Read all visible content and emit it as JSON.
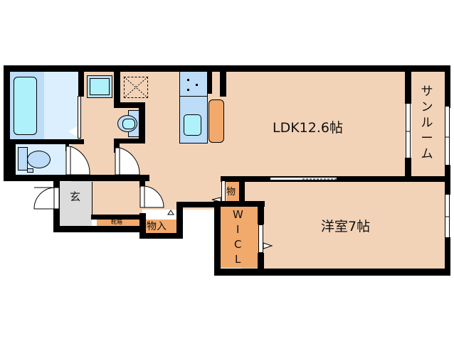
{
  "floor_plan": {
    "rooms": {
      "ldk": {
        "label": "LDK12.6帖"
      },
      "western_room": {
        "label": "洋室7帖"
      },
      "sun_room": {
        "label": "サンルーム"
      },
      "wic": {
        "label": "W\nI\nC\nL",
        "lines": [
          "W",
          "I",
          "C",
          "L"
        ]
      },
      "entrance": {
        "label": "玄"
      },
      "shoe_box": {
        "label": "靴箱"
      },
      "storage_hall": {
        "label": "物入"
      },
      "storage_small": {
        "label": "物"
      }
    },
    "colors": {
      "wall": "#000000",
      "floor": "#f2d3b8",
      "wet_area": "#bcdcf8",
      "storage": "#f1a96c",
      "entrance": "#dcdcdc"
    }
  }
}
